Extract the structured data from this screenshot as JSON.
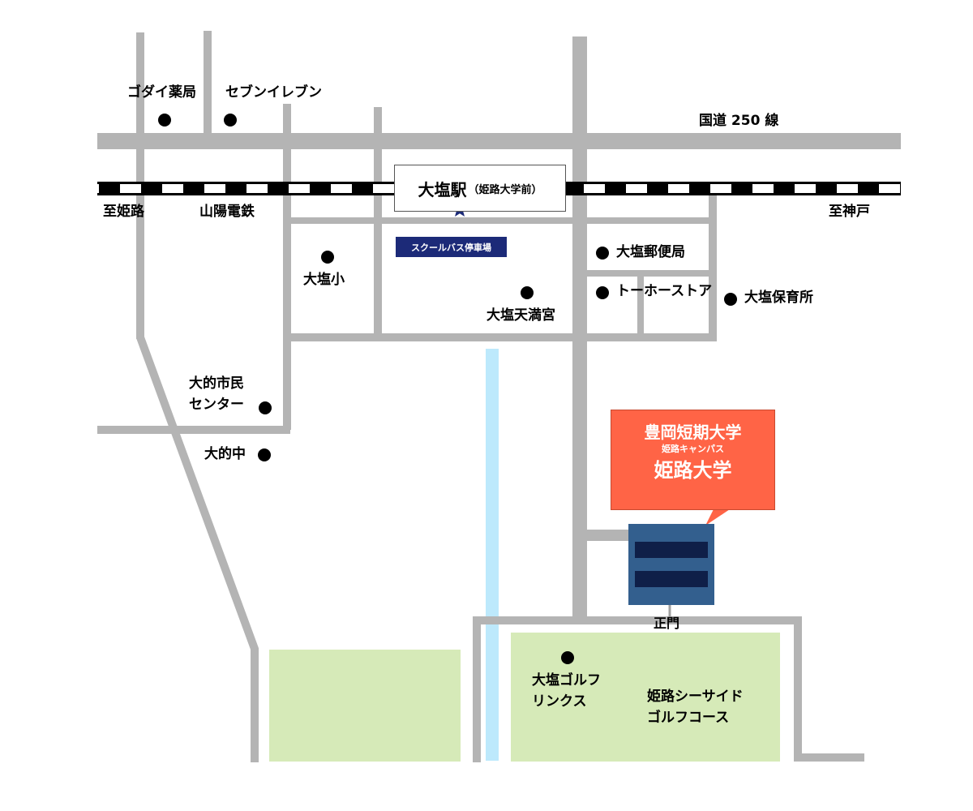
{
  "colors": {
    "road": "#b4b4b4",
    "river": "#bde9fc",
    "green_area": "#d6eab8",
    "rail_dark": "#000000",
    "rail_light": "#ffffff",
    "callout_bg": "#ff6446",
    "campus_building": "#335f8e",
    "campus_bars": "#0f1f48",
    "bus_stop_bg": "#1c2a78",
    "station_star": "#1c2a78"
  },
  "roads": {
    "national_route": "国道 250 線",
    "railway": "山陽電鉄",
    "to_himeji": "至姫路",
    "to_kobe": "至神戸"
  },
  "station": {
    "name": "大塩駅",
    "sub": "（姫路大学前）",
    "bus_stop": "スクールバス停車場",
    "star_icon": "star-icon"
  },
  "landmarks": {
    "godai": "ゴダイ薬局",
    "seven": "セブンイレブン",
    "oshio_elem": "大塩小",
    "tenmangu": "大塩天満宮",
    "post_office": "大塩郵便局",
    "tohostore": "トーホーストア",
    "nursery": "大塩保育所",
    "civic_center_line1": "大的市民",
    "civic_center_line2": "センター",
    "oshio_junior": "大的中",
    "golf_links_line1": "大塩ゴルフ",
    "golf_links_line2": "リンクス",
    "seaside_golf_line1": "姫路シーサイド",
    "seaside_golf_line2": "ゴルフコース",
    "main_gate": "正門"
  },
  "callout": {
    "line1": "豊岡短期大学",
    "line2": "姫路キャンパス",
    "line3": "姫路大学"
  }
}
